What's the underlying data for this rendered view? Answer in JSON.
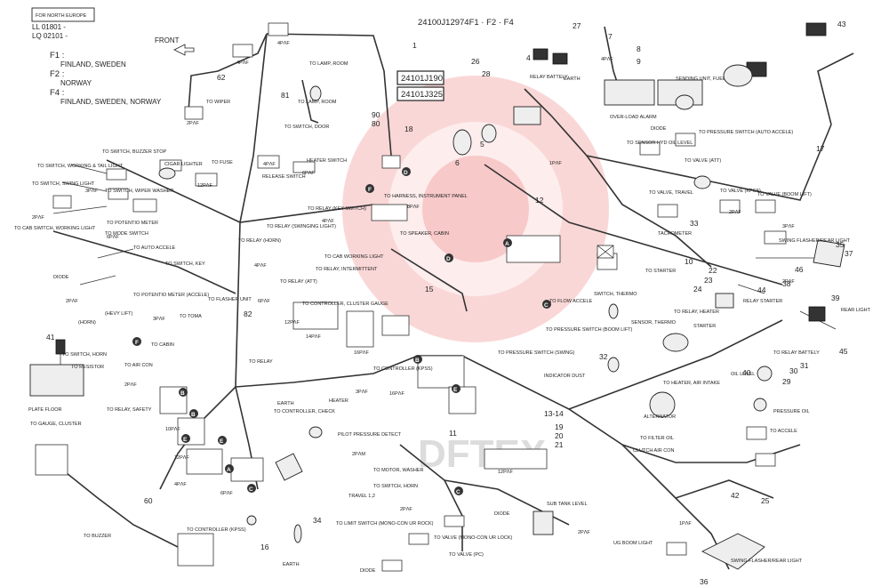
{
  "header": {
    "region_box": "FOR NORTH EUROPE",
    "serial_1": "LL 01801 -",
    "serial_2": "LQ 02101 -",
    "part_number": "24100J12974F1 · F2 · F4",
    "front_label": "FRONT"
  },
  "legend": [
    {
      "code": "F1 :",
      "text": "FINLAND, SWEDEN"
    },
    {
      "code": "F2 :",
      "text": "NORWAY"
    },
    {
      "code": "F4 :",
      "text": "FINLAND, SWEDEN, NORWAY"
    }
  ],
  "part_boxes": [
    "24101J190",
    "24101J325"
  ],
  "badges": [
    "D",
    "F",
    "A",
    "C",
    "D",
    "B",
    "E",
    "F",
    "B",
    "E",
    "A",
    "C",
    "B",
    "E",
    "C"
  ],
  "watermark": "DFTEX",
  "labels": [
    "TO LAMP, ROOM",
    "TO LAMP, ROOM",
    "TO WIPER",
    "TO SWITCH, DOOR",
    "TO SWITCH, BUZZER STOP",
    "CIGAR LIGHTER",
    "TO FUSE",
    "HEATER SWITCH",
    "TO SWITCH, WORKING & TAIL LIGHT",
    "RELEASE SWITCH",
    "TO SWITCH, SWING LIGHT",
    "TO SWITCH, WIPER WASHER",
    "TO CAB SWITCH, WORKING LIGHT",
    "TO POTENTIO METER",
    "TO MODE SWITCH",
    "TO AUTO ACCELE",
    "TO SWITCH, KEY",
    "DIODE",
    "TO RELAY (KEY SWITCH)",
    "TO RELAY (SWINGING LIGHT)",
    "TO RELAY (HORN)",
    "TO HARNESS, INSTRUMENT PANEL",
    "TO SPEAKER, CABIN",
    "TO CAB WORKING LIGHT",
    "TO RELAY, INTERMITTENT",
    "TO RELAY (ATT)",
    "TO POTENTIO METER (ACCELE)",
    "TO FLASHER UNIT",
    "TO CONTROLLER, CLUSTER GAUGE",
    "TO TOMA",
    "(HORN)",
    "(HEVY LIFT)",
    "TO CABIN",
    "TO SWITCH, HORN",
    "TO AIR CON",
    "TO RESISTOR",
    "TO RELAY",
    "TO CONTROLLER (KPSS)",
    "TO RELAY, SAFETY",
    "EARTH",
    "TO CONTROLLER, CHECK",
    "HEATER",
    "PLATE FLOOR",
    "TO GAUGE, CLUSTER",
    "PILOT PRESSURE DETECT",
    "TO MOTOR, WASHER",
    "TO SWITCH, HORN",
    "TRAVEL 1,2",
    "TO LIMIT SWITCH (MONO-CON UR ROCK)",
    "DIODE",
    "DIODE",
    "TO VALVE (MONO-CON UR LOCK)",
    "TO VALVE (PC)",
    "TO BUZZER",
    "TO CONTROLLER (KPSS)",
    "EARTH",
    "RELAY BATTELY",
    "EARTH",
    "OVER-LOAD ALARM",
    "SENDING UNIT, FUEL",
    "TO SENSOR HYD OIL LEVEL",
    "DIODE",
    "TO PRESSURE SWITCH (AUTO ACCELE)",
    "TO VALVE (ATT)",
    "TO VALVE, TRAVEL",
    "TO VALVE (KPSS)",
    "TO VALVE (BOOM LIFT)",
    "TACHOMETER",
    "TO STARTER",
    "SWING FLASHER/REAR LIGHT",
    "REAR LIGHT",
    "SWITCH, THERMO",
    "TO FLOW ACCELE",
    "SENSOR, THERMO",
    "TO RELAY, HEATER",
    "STARTER",
    "RELAY STARTER",
    "TO PRESSURE SWITCH (BOOM LIFT)",
    "TO PRESSURE SWITCH (SWING)",
    "TO RELAY BATTELY",
    "INDICATOR DUST",
    "TO HEATER, AIR INTAKE",
    "OIL LEVEL",
    "ALTERNATOR",
    "PRESSURE OIL",
    "TO ACCELE",
    "TO FILTER OIL",
    "CLUTCH AIR CON",
    "SUB TANK LEVEL",
    "UG BOOM LIGHT",
    "SWING FLASHER/REAR LIGHT"
  ],
  "wire_codes": [
    "4PΛF",
    "4PΛF",
    "2PΛF",
    "4PΛF",
    "12PΛF",
    "3PΛF",
    "6PΛF",
    "4PΛF",
    "2PΛF",
    "8PΛF",
    "4PΛF",
    "6PΛF",
    "14PΛF",
    "16PΛF",
    "12PΛF",
    "6PΛF",
    "2PΛF",
    "3PΛF",
    "2PΛF",
    "10PΛF",
    "12PΛF",
    "4PΛF",
    "6PΛF",
    "2PΛM",
    "2PΛF",
    "1PΛF",
    "4PΛF",
    "2PΛF",
    "3PΛF",
    "2PΛF",
    "1PΛF",
    "2PΛF",
    "16PΛF",
    "12PΛF",
    "3PΛF"
  ],
  "callouts": [
    "1",
    "4",
    "5",
    "6",
    "7",
    "8",
    "9",
    "10",
    "11",
    "12",
    "13-14",
    "15",
    "16",
    "17",
    "18",
    "19",
    "20",
    "21",
    "22",
    "23",
    "24",
    "25",
    "26",
    "27",
    "28",
    "29",
    "30",
    "31",
    "32",
    "33",
    "34",
    "35",
    "36",
    "37",
    "38",
    "39",
    "40",
    "41",
    "42",
    "43",
    "44",
    "45",
    "46",
    "60",
    "62",
    "80",
    "81",
    "82",
    "90"
  ]
}
